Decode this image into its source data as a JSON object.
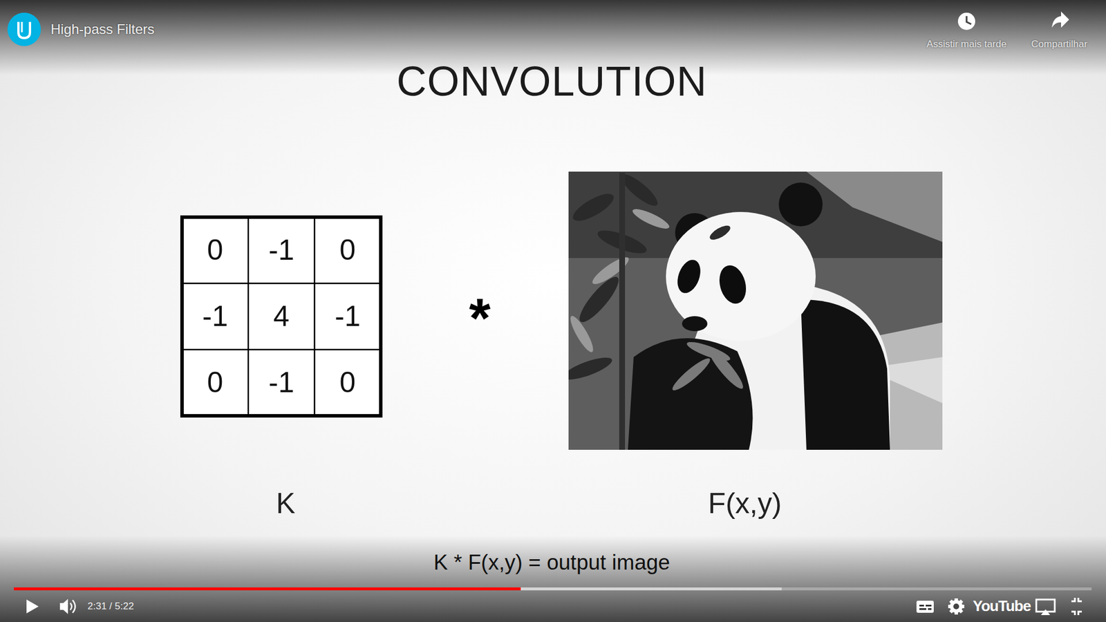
{
  "diagram": {
    "title": "CONVOLUTION",
    "caption": "K * F(x,y) = output image",
    "labels": [
      "High-pass Filters",
      "Assistir mais tarde",
      "Compartilhar",
      "0",
      "-1",
      "0",
      "-1",
      "4",
      "-1",
      "0",
      "-1",
      "0",
      "*",
      "K",
      "F(x,y)",
      "2:31 / 5:22",
      "YouTube"
    ]
  }
}
